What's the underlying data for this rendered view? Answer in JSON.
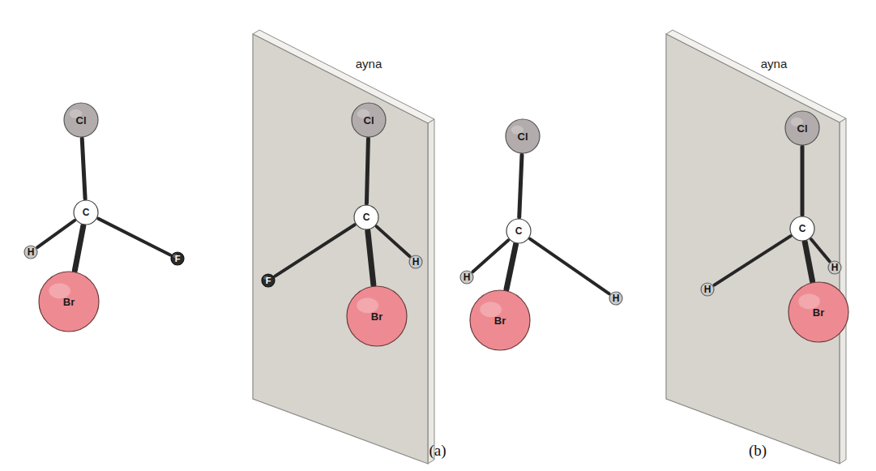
{
  "diagram": {
    "nodes": [
      {
        "text": [
          "Cl"
        ]
      },
      {
        "text": [
          "C"
        ]
      },
      {
        "text": [
          "H"
        ]
      },
      {
        "text": [
          "F"
        ]
      },
      {
        "text": [
          "Br"
        ]
      },
      {
        "text": [
          "ayna"
        ]
      },
      {
        "text": [
          "Cl"
        ],
        "in": 5
      },
      {
        "text": [
          "C"
        ],
        "in": 5
      },
      {
        "text": [
          "H"
        ],
        "in": 5
      },
      {
        "text": [
          "F"
        ],
        "in": 5
      },
      {
        "text": [
          "Br"
        ],
        "in": 5
      },
      {
        "text": [
          "Cl"
        ]
      },
      {
        "text": [
          "C"
        ]
      },
      {
        "text": [
          "H"
        ]
      },
      {
        "text": [
          "H"
        ]
      },
      {
        "text": [
          "Br"
        ]
      },
      {
        "text": [
          "ayna"
        ]
      },
      {
        "text": [
          "Cl"
        ],
        "in": 16
      },
      {
        "text": [
          "C"
        ],
        "in": 16
      },
      {
        "text": [
          "H"
        ],
        "in": 16
      },
      {
        "text": [
          "H"
        ],
        "in": 16
      },
      {
        "text": [
          "Br"
        ],
        "in": 16
      }
    ],
    "edges": [
      {
        "from": 1,
        "to": 0,
        "arrow": "none"
      },
      {
        "from": 1,
        "to": 2,
        "arrow": "none"
      },
      {
        "from": 1,
        "to": 3,
        "arrow": "none"
      },
      {
        "from": 1,
        "to": 4,
        "arrow": "none"
      },
      {
        "from": 7,
        "to": 6,
        "arrow": "none"
      },
      {
        "from": 7,
        "to": 8,
        "arrow": "none"
      },
      {
        "from": 7,
        "to": 9,
        "arrow": "none"
      },
      {
        "from": 7,
        "to": 10,
        "arrow": "none"
      },
      {
        "from": 12,
        "to": 11,
        "arrow": "none"
      },
      {
        "from": 12,
        "to": 13,
        "arrow": "none"
      },
      {
        "from": 12,
        "to": 14,
        "arrow": "none"
      },
      {
        "from": 12,
        "to": 15,
        "arrow": "none"
      },
      {
        "from": 18,
        "to": 17,
        "arrow": "none"
      },
      {
        "from": 18,
        "to": 19,
        "arrow": "none"
      },
      {
        "from": 18,
        "to": 20,
        "arrow": "none"
      },
      {
        "from": 18,
        "to": 21,
        "arrow": "none"
      }
    ],
    "labels": [
      "(a)",
      "(b)"
    ]
  }
}
